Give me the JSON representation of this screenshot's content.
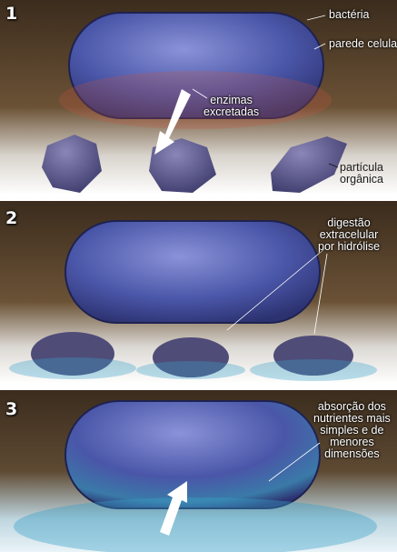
{
  "panels": [
    {
      "number": "1",
      "labels": {
        "bacteria": "bactéria",
        "cell_wall": "parede celular",
        "enzymes": "enzimas\nexcretadas",
        "particle": "partícula\norgânica"
      }
    },
    {
      "number": "2",
      "labels": {
        "digestion": "digestão\nextracelular\npor hidrólise"
      }
    },
    {
      "number": "3",
      "labels": {
        "absorption": "absorção dos\nnutrientes mais\nsimples e de\nmenores\ndimensões"
      }
    }
  ],
  "colors": {
    "bacteria": "#4a56a8",
    "soil": "#5b4630",
    "enzymes": "#c8523a",
    "nutrients": "#3aa0c8"
  }
}
